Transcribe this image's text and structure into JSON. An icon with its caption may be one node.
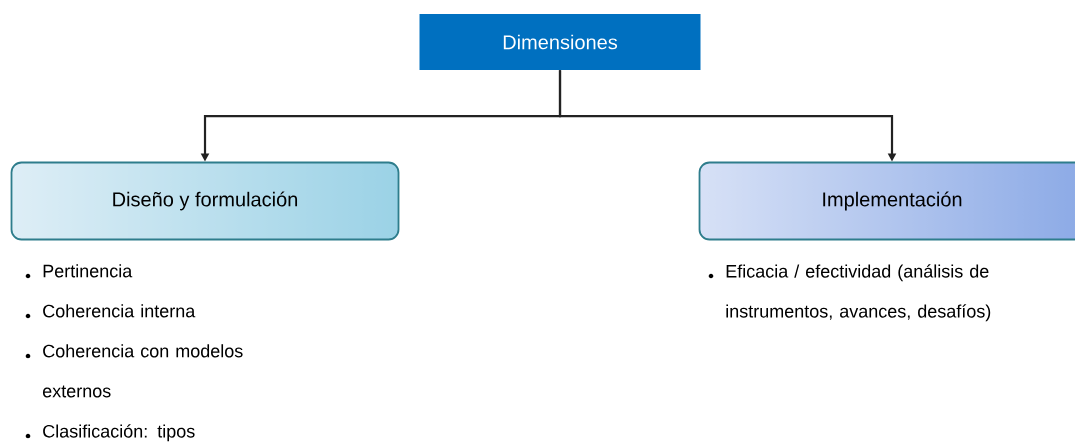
{
  "diagram": {
    "nodes": [
      {
        "text": [
          "Dimensiones"
        ]
      },
      {
        "text": [
          "Diseño y formulación"
        ],
        "beside": [
          "Pertinencia",
          "Coherencia interna",
          "Coherencia con modelos externos",
          "Clasificación: tipos"
        ]
      },
      {
        "text": [
          "Implementación"
        ],
        "beside": [
          "Eficacia / efectividad (análisis de instrumentos, avances, desafíos)"
        ]
      }
    ],
    "edges": [
      {
        "from": 0,
        "to": 1,
        "arrow": "to"
      },
      {
        "from": 0,
        "to": 2,
        "arrow": "to"
      }
    ]
  }
}
